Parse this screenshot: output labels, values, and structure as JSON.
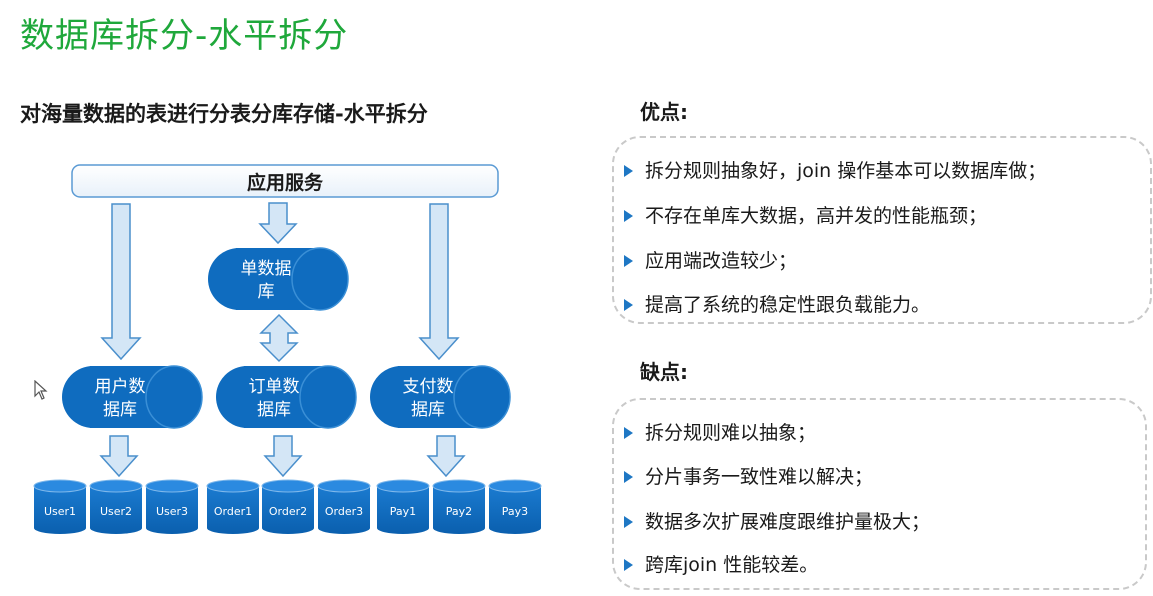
{
  "title": "数据库拆分-水平拆分",
  "subtitle": "对海量数据的表进行分表分库存储-水平拆分",
  "diagram": {
    "app_service": "应用服务",
    "single_db": [
      "单数据",
      "库"
    ],
    "user_db": [
      "用户数",
      "据库"
    ],
    "order_db": [
      "订单数",
      "据库"
    ],
    "pay_db": [
      "支付数",
      "据库"
    ],
    "shards": [
      "User1",
      "User2",
      "User3",
      "Order1",
      "Order2",
      "Order3",
      "Pay1",
      "Pay2",
      "Pay3"
    ]
  },
  "pros": {
    "heading": "优点:",
    "items": [
      "拆分规则抽象好，join 操作基本可以数据库做；",
      "不存在单库大数据，高并发的性能瓶颈；",
      "应用端改造较少；",
      "提高了系统的稳定性跟负载能力。"
    ]
  },
  "cons": {
    "heading": "缺点:",
    "items": [
      "拆分规则难以抽象；",
      "分片事务一致性难以解决；",
      "数据多次扩展难度跟维护量极大；",
      "跨库join 性能较差。"
    ]
  },
  "colors": {
    "title": "#1fa83b",
    "db_fill": "#0f6cbf",
    "db_stroke": "#3a8fd6",
    "arrow_fill": "#d4e6f6",
    "arrow_stroke": "#4a8fcc",
    "bullet": "#1e77c4"
  }
}
